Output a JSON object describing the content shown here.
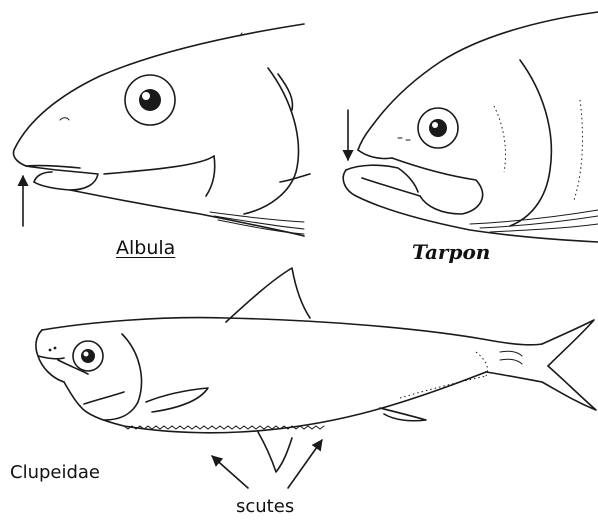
{
  "labels": {
    "albula": "Albula",
    "tarpon": "Tarpon",
    "clupeidae": "Clupeidae",
    "scutes": "scutes"
  }
}
